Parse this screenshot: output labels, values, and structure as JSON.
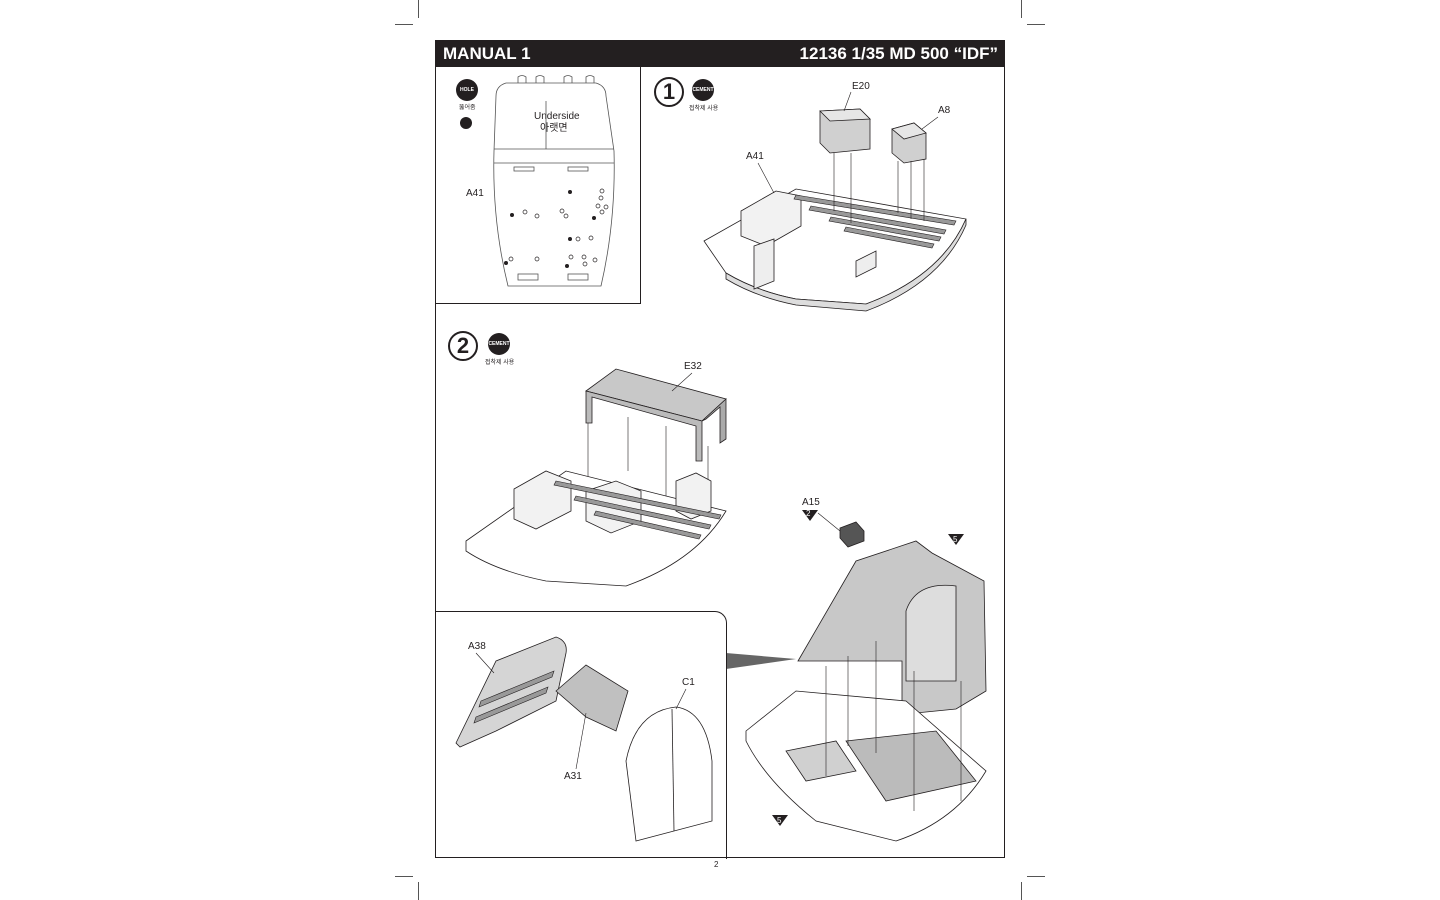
{
  "header": {
    "left": "MANUAL 1",
    "right": "12136 1/35 MD 500 “IDF”"
  },
  "page_number": "2",
  "legend": {
    "hole_badge": "HOLE",
    "hole_korean": "뚫어줌",
    "cement_badge": "CEMENT",
    "cement_korean": "접착제 사용"
  },
  "panel_a41": {
    "underside_en": "Underside",
    "underside_kr": "아랫면",
    "part": "A41"
  },
  "step1": {
    "number": "1",
    "parts": {
      "e20": "E20",
      "a8": "A8",
      "a41": "A41"
    }
  },
  "step2": {
    "number": "2",
    "parts": {
      "e32": "E32",
      "a15": "A15",
      "a15_num": "2",
      "ref5a": "5",
      "ref5b": "5"
    }
  },
  "subassembly": {
    "parts": {
      "a38": "A38",
      "c1": "C1",
      "a31": "A31"
    }
  },
  "colors": {
    "ink": "#231f20",
    "part_fill": "#c8c8c8",
    "highlight_fill": "#9a9a9a"
  }
}
